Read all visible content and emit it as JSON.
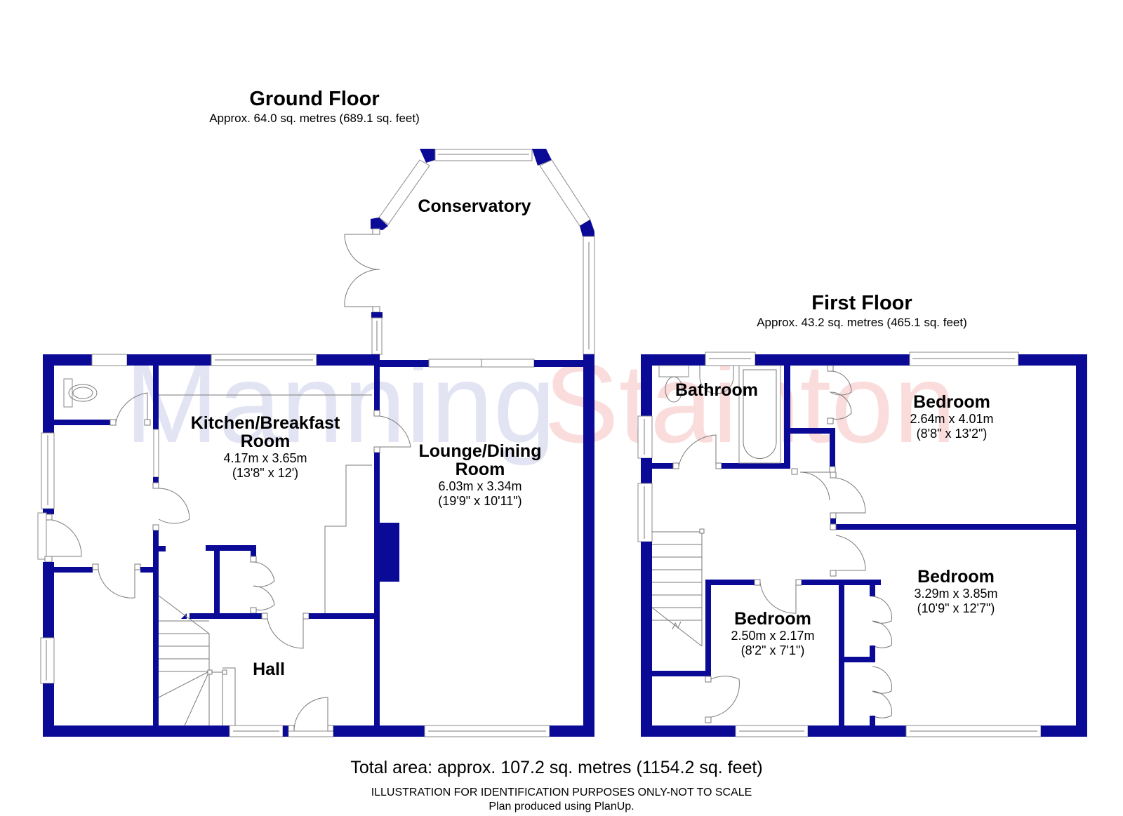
{
  "watermark": {
    "part1": "Manning",
    "part2": "Stainton",
    "color1": "#cfd3ec",
    "color2": "#f8c6c6"
  },
  "colors": {
    "wall": "#0a0a96",
    "line": "#7a7a7a",
    "text": "#000000"
  },
  "ground_floor": {
    "title": "Ground Floor",
    "area": "Approx. 64.0 sq. metres (689.1 sq. feet)",
    "rooms": {
      "conservatory": {
        "name": "Conservatory"
      },
      "kitchen": {
        "name_line1": "Kitchen/Breakfast",
        "name_line2": "Room",
        "metric": "4.17m x 3.65m",
        "imperial": "(13'8\" x 12')"
      },
      "lounge": {
        "name_line1": "Lounge/Dining",
        "name_line2": "Room",
        "metric": "6.03m x 3.34m",
        "imperial": "(19'9\" x 10'11\")"
      },
      "hall": {
        "name": "Hall"
      }
    }
  },
  "first_floor": {
    "title": "First Floor",
    "area": "Approx. 43.2 sq. metres (465.1 sq. feet)",
    "rooms": {
      "bathroom": {
        "name": "Bathroom"
      },
      "bedroom1": {
        "name": "Bedroom",
        "metric": "2.64m x 4.01m",
        "imperial": "(8'8\" x 13'2\")"
      },
      "bedroom2": {
        "name": "Bedroom",
        "metric": "3.29m x 3.85m",
        "imperial": "(10'9\" x 12'7\")"
      },
      "bedroom3": {
        "name": "Bedroom",
        "metric": "2.50m x 2.17m",
        "imperial": "(8'2\" x 7'1\")"
      }
    }
  },
  "footer": {
    "total_area": "Total area: approx. 107.2 sq. metres (1154.2 sq. feet)",
    "disclaimer": "ILLUSTRATION FOR IDENTIFICATION PURPOSES ONLY-NOT TO SCALE",
    "credit": "Plan produced using PlanUp."
  }
}
